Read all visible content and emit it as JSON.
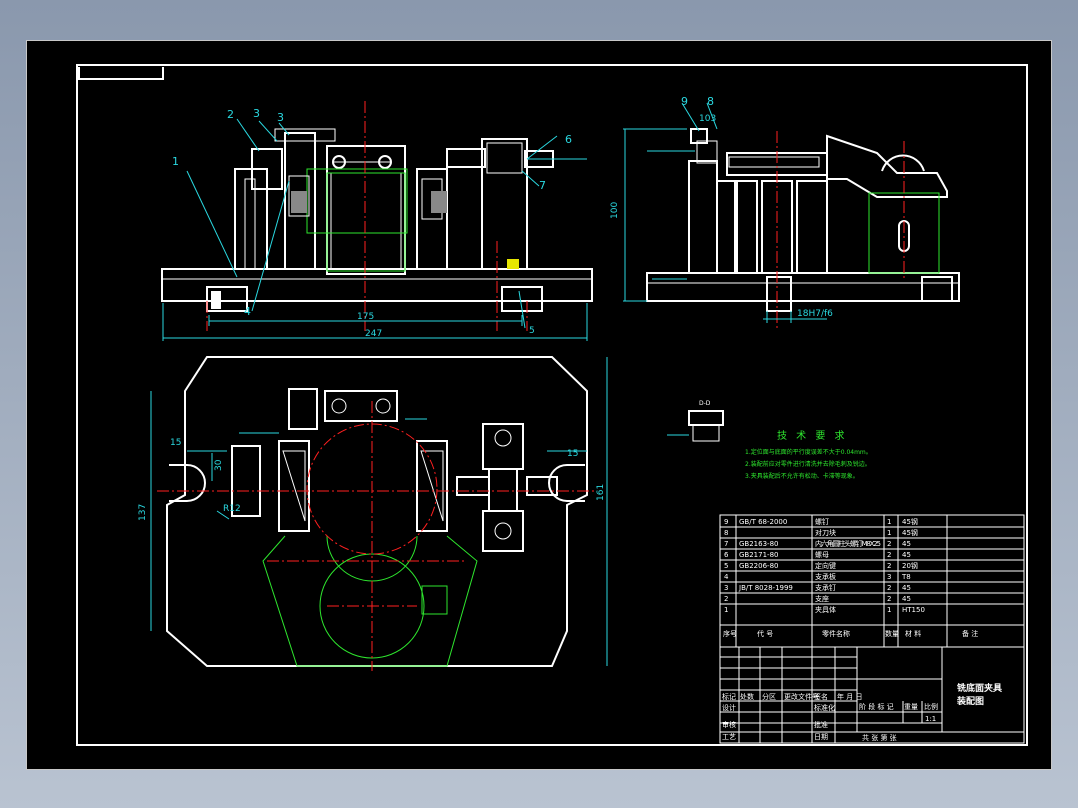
{
  "part_labels": [
    "2",
    "3",
    "3",
    "1",
    "4",
    "5",
    "6",
    "7",
    "9",
    "8"
  ],
  "front_dims": {
    "d175": "175",
    "d247": "247"
  },
  "side_dims": {
    "d100": "100",
    "d18": "18H7/f6",
    "d103": "103"
  },
  "plan_dims": {
    "d15a": "15",
    "d15b": "15",
    "d30": "30",
    "d137": "137",
    "d161": "161",
    "r12": "R12"
  },
  "section_label": "D-D",
  "tech_requirements": {
    "title": "技 术 要 求",
    "lines": [
      "1.定位面与底面的平行度误差不大于0.04mm。",
      "2.装配前应对零件进行清洗并去除毛刺及锐边。",
      "3.夹具装配后不允许有松动、卡滞等现象。"
    ]
  },
  "parts_table": {
    "rows": [
      {
        "no": "9",
        "code": "GB/T 68-2000",
        "name": "螺钉",
        "qty": "1",
        "material": "45钢",
        "note": ""
      },
      {
        "no": "8",
        "code": "",
        "name": "对刀块",
        "qty": "1",
        "material": "45钢",
        "note": ""
      },
      {
        "no": "7",
        "code": "GB2163-80",
        "name": "内六角圆柱头螺钉M8X25",
        "qty": "2",
        "material": "45",
        "note": ""
      },
      {
        "no": "6",
        "code": "GB2171-80",
        "name": "螺母",
        "qty": "2",
        "material": "45",
        "note": ""
      },
      {
        "no": "5",
        "code": "GB2206-80",
        "name": "定向键",
        "qty": "2",
        "material": "20钢",
        "note": ""
      },
      {
        "no": "4",
        "code": "",
        "name": "支承板",
        "qty": "3",
        "material": "T8",
        "note": ""
      },
      {
        "no": "3",
        "code": "JB/T 8028-1999",
        "name": "支承钉",
        "qty": "2",
        "material": "45",
        "note": ""
      },
      {
        "no": "2",
        "code": "",
        "name": "支座",
        "qty": "2",
        "material": "45",
        "note": ""
      },
      {
        "no": "1",
        "code": "",
        "name": "夹具体",
        "qty": "1",
        "material": "HT150",
        "note": ""
      }
    ],
    "header": {
      "no": "序号",
      "code": "代  号",
      "name": "零件名称",
      "qty": "数量",
      "material": "材  料",
      "note": "备  注"
    }
  },
  "title_block": {
    "drawing_title_1": "铣底面夹具",
    "drawing_title_2": "装配图",
    "rev_row": [
      "标记",
      "处数",
      "分区",
      "更改文件号",
      "签名",
      "年 月 日"
    ],
    "sign_rows": [
      "设计",
      "审核",
      "工艺"
    ],
    "mid_labels": [
      "标准化",
      "批准",
      "日期"
    ],
    "stage_labels": [
      "阶 段 标 记",
      "重量",
      "比例"
    ],
    "scale": "1:1",
    "sheet_row": "共   张  第   张"
  }
}
